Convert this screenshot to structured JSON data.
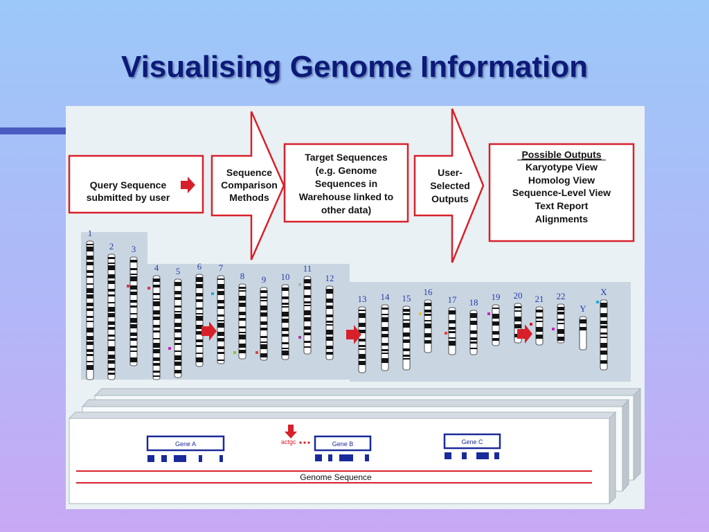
{
  "slide": {
    "title": "Visualising Genome Information"
  },
  "flow": {
    "query": [
      "Query Sequence",
      "submitted by user"
    ],
    "comparison": [
      "Sequence",
      "Comparison",
      "Methods"
    ],
    "target": [
      "Target Sequences",
      "(e.g. Genome",
      "Sequences in",
      "Warehouse linked to",
      "other data)"
    ],
    "selected": [
      "User-",
      "Selected",
      "Outputs"
    ],
    "outputs_heading": "Possible Outputs",
    "outputs": [
      "Karyotype View",
      "Homolog View",
      "Sequence-Level View",
      "Text Report",
      "Alignments"
    ]
  },
  "karyotype": {
    "labels": [
      "1",
      "2",
      "3",
      "4",
      "5",
      "6",
      "7",
      "8",
      "9",
      "10",
      "11",
      "12",
      "13",
      "14",
      "15",
      "16",
      "17",
      "18",
      "19",
      "20",
      "21",
      "22",
      "Y",
      "X"
    ]
  },
  "sequence_view": {
    "genes": [
      "Gene A",
      "Gene B",
      "Gene C"
    ],
    "query_fragment": "actgc",
    "axis_label": "Genome Sequence"
  },
  "colors": {
    "title": "#0c1a78",
    "arrow_red": "#d8202a",
    "outline_red": "#d8202a",
    "gene_blue": "#1a2a9a",
    "chromosome_label": "#2a3aa8"
  }
}
